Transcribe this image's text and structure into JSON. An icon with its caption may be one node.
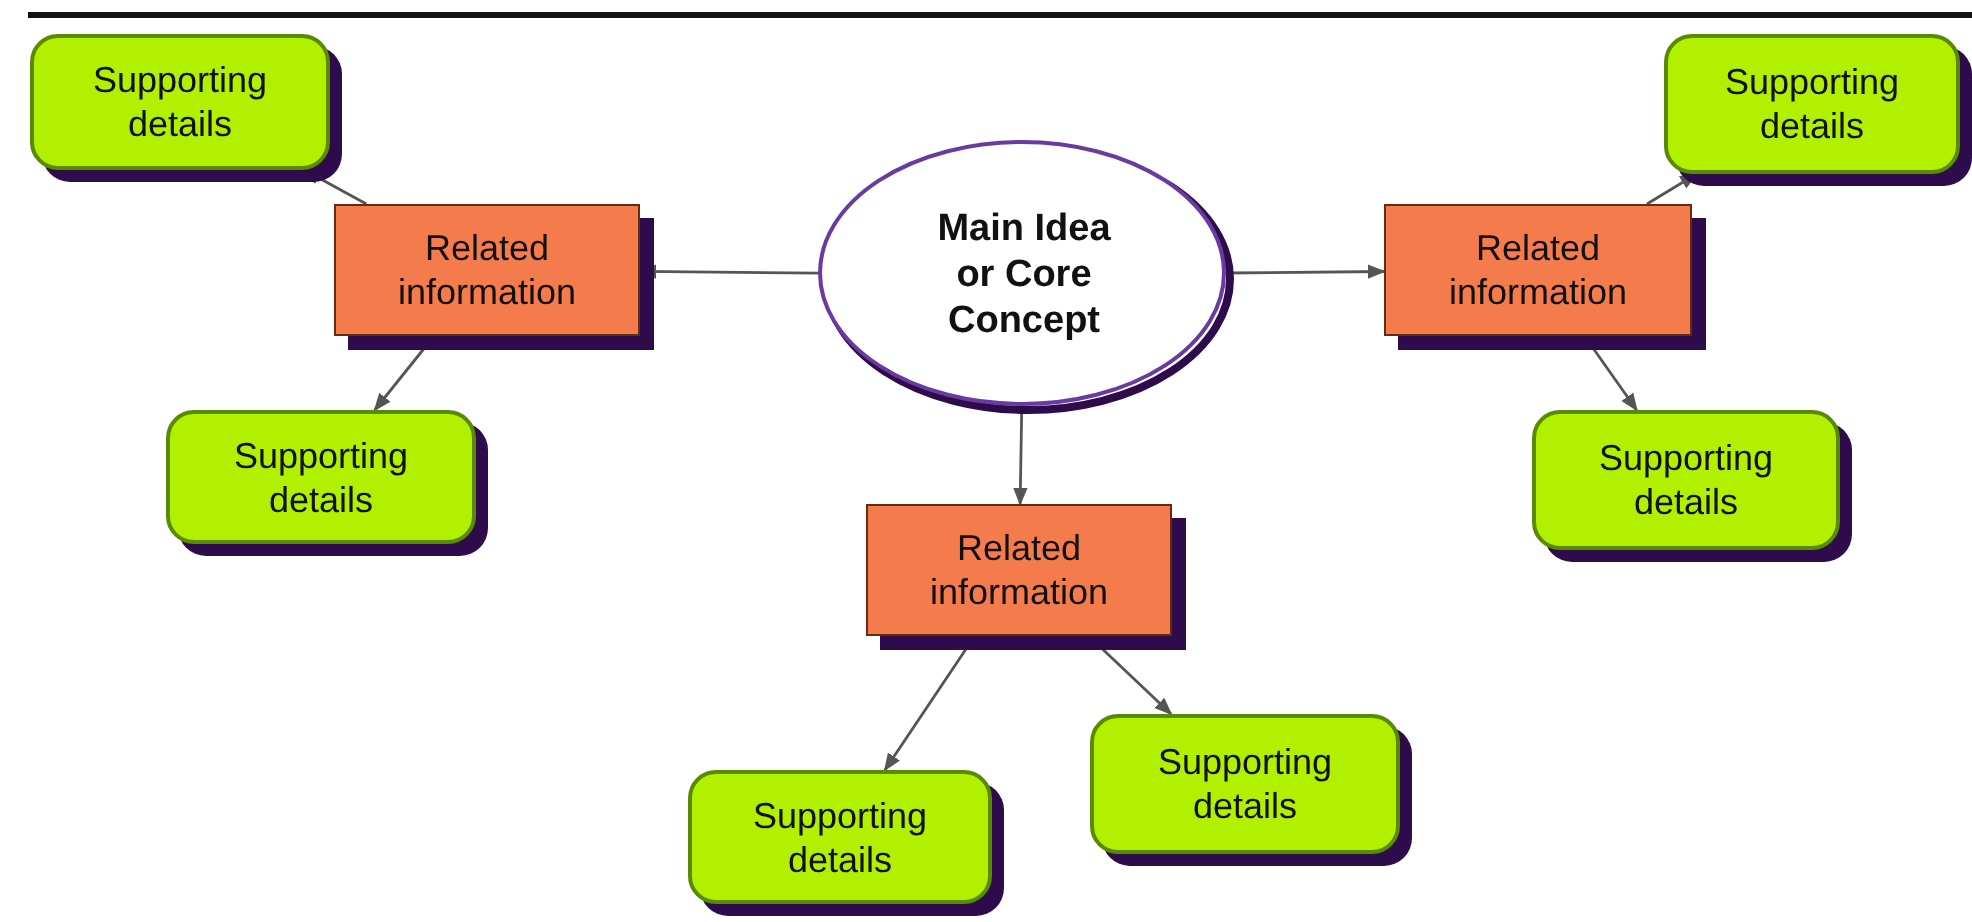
{
  "diagram": {
    "nodes": [
      {
        "text": [
          "Main Idea or Core Concept"
        ]
      },
      {
        "text": [
          "Related information"
        ]
      },
      {
        "text": [
          "Related information"
        ]
      },
      {
        "text": [
          "Related information"
        ]
      },
      {
        "text": [
          "Supporting details"
        ]
      },
      {
        "text": [
          "Supporting details"
        ]
      },
      {
        "text": [
          "Supporting details"
        ]
      },
      {
        "text": [
          "Supporting details"
        ]
      },
      {
        "text": [
          "Supporting details"
        ]
      },
      {
        "text": [
          "Supporting details"
        ]
      }
    ],
    "edges": [
      {
        "from": 0,
        "to": 1,
        "arrow": "to"
      },
      {
        "from": 0,
        "to": 2,
        "arrow": "to"
      },
      {
        "from": 0,
        "to": 3,
        "arrow": "to"
      },
      {
        "from": 1,
        "to": 4,
        "arrow": "to"
      },
      {
        "from": 1,
        "to": 5,
        "arrow": "to"
      },
      {
        "from": 2,
        "to": 6,
        "arrow": "to"
      },
      {
        "from": 2,
        "to": 7,
        "arrow": "to"
      },
      {
        "from": 3,
        "to": 8,
        "arrow": "to"
      },
      {
        "from": 3,
        "to": 9,
        "arrow": "to"
      }
    ]
  }
}
